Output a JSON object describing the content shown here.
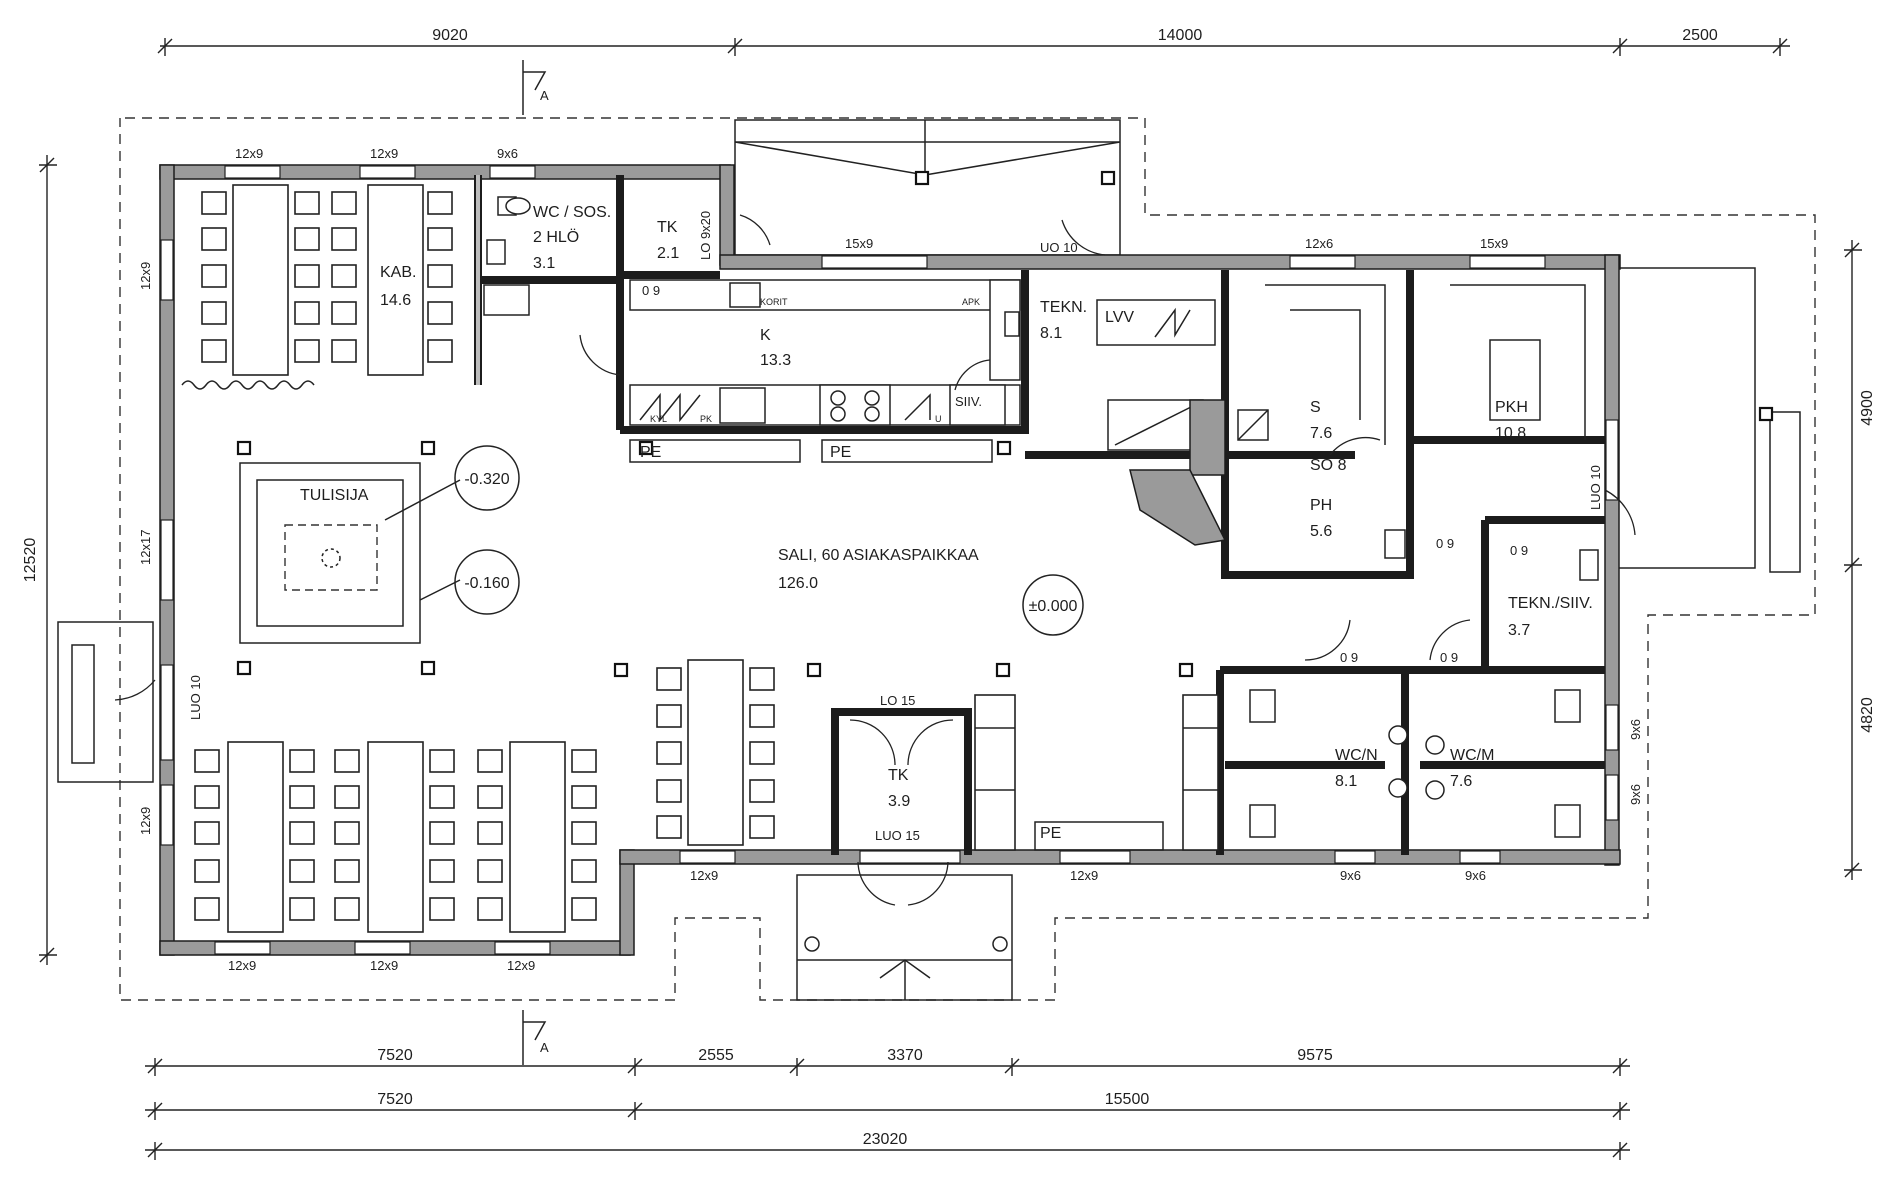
{
  "dimensions": {
    "top": [
      "9020",
      "14000",
      "2500"
    ],
    "bottom_row1": [
      "7520",
      "2555",
      "3370",
      "9575"
    ],
    "bottom_row2": [
      "7520",
      "15500"
    ],
    "bottom_total": "23020",
    "left": "12520",
    "right": [
      "4900",
      "4820"
    ]
  },
  "section_marker": "A",
  "rooms": {
    "kab": {
      "name": "KAB.",
      "area": "14.6"
    },
    "wc_sos": {
      "name": "WC / SOS.",
      "sub": "2 HLÖ",
      "area": "3.1"
    },
    "tk_top": {
      "name": "TK",
      "area": "2.1"
    },
    "k": {
      "name": "K",
      "area": "13.3"
    },
    "tekn": {
      "name": "TEKN.",
      "area": "8.1",
      "lvv": "LVV"
    },
    "s": {
      "name": "S",
      "area": "7.6",
      "so": "SO 8"
    },
    "ph": {
      "name": "PH",
      "area": "5.6"
    },
    "pkh": {
      "name": "PKH",
      "area": "10.8"
    },
    "sali": {
      "name": "SALI,  60 ASIAKASPAIKKAA",
      "area": "126.0"
    },
    "tulisija": {
      "name": "TULISIJA"
    },
    "tekn_siiv": {
      "name": "TEKN./SIIV.",
      "area": "3.7"
    },
    "tk_bottom": {
      "name": "TK",
      "area": "3.9"
    },
    "wc_n": {
      "name": "WC/N",
      "area": "8.1"
    },
    "wc_m": {
      "name": "WC/M",
      "area": "7.6"
    },
    "siiv": {
      "name": "SIIV."
    }
  },
  "elevations": [
    "-0.320",
    "-0.160",
    "±0.000"
  ],
  "windows": {
    "top_a": "12x9",
    "top_b": "12x9",
    "top_c": "9x6",
    "left_a": "12x9",
    "left_b": "12x17",
    "left_c": "12x9",
    "top_k": "15x9",
    "top_s": "12x6",
    "top_pkh": "15x9",
    "bottom_a": "12x9",
    "bottom_b": "12x9",
    "bottom_c": "12x9",
    "bottom_sali": "12x9",
    "bottom_sali2": "12x9",
    "bottom_wc1": "9x6",
    "bottom_wc2": "9x6",
    "right_a": "9x6",
    "right_b": "9x6"
  },
  "doors": {
    "luo10_left": "LUO 10",
    "luo10_right": "LUO 10",
    "lo15": "LO 15",
    "luo15": "LUO 15",
    "uo10": "UO 10",
    "lo9x20": "LO 9x20",
    "d09": "0 9",
    "d9": "9"
  },
  "labels": {
    "pe": "PE",
    "korit": "KORIT",
    "apk": "APK",
    "kyl": "KYL",
    "pk": "PK",
    "u": "U"
  }
}
